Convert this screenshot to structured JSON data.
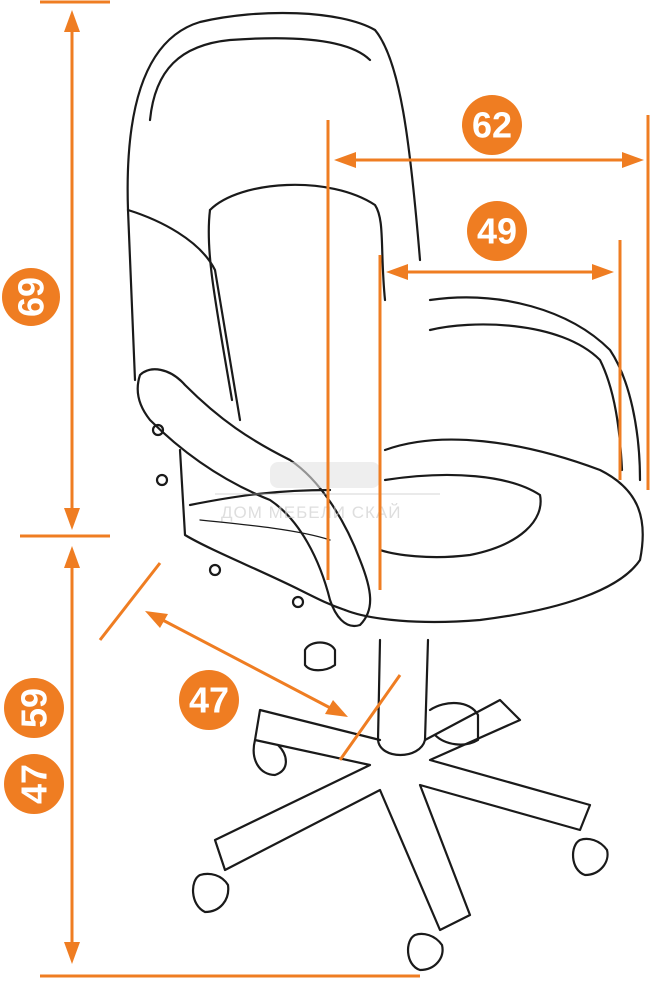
{
  "dimensions": {
    "back_height": "69",
    "seat_height_max": "59",
    "seat_height_min": "47",
    "overall_width": "62",
    "seat_width": "49",
    "seat_depth": "47"
  },
  "watermark": "ДОМ МЕБЕЛИ СКАЙ",
  "colors": {
    "accent": "#ef7d22",
    "line": "#1a1a1a"
  }
}
